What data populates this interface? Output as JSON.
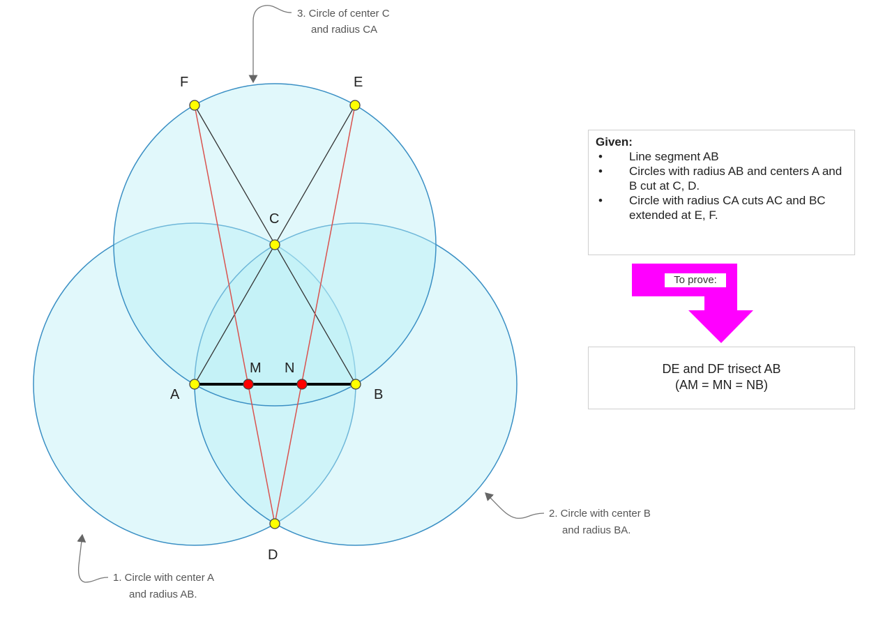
{
  "points": {
    "A": "A",
    "B": "B",
    "C": "C",
    "D": "D",
    "E": "E",
    "F": "F",
    "M": "M",
    "N": "N"
  },
  "annotations": {
    "circle_c": [
      "3. Circle of center C",
      "and radius CA"
    ],
    "circle_b": [
      "2. Circle with center B",
      "and radius BA."
    ],
    "circle_a": [
      "1. Circle with center A",
      "and radius AB."
    ]
  },
  "given": {
    "title": "Given:",
    "items": [
      "Line segment AB",
      "Circles with radius AB and centers A and B cut at C, D.",
      "Circle with radius CA cuts AC and BC extended at E, F."
    ]
  },
  "to_prove_label": "To prove:",
  "result": {
    "line1": "DE and DF trisect AB",
    "line2": "(AM = MN = NB)"
  },
  "colors": {
    "circle_fill": "#b8eef5",
    "circle_stroke": "#3a8fc4",
    "red_line": "#d9534f",
    "arrow": "#ff00ff",
    "point_yellow": "#ffff00",
    "point_red": "#ff0000"
  }
}
